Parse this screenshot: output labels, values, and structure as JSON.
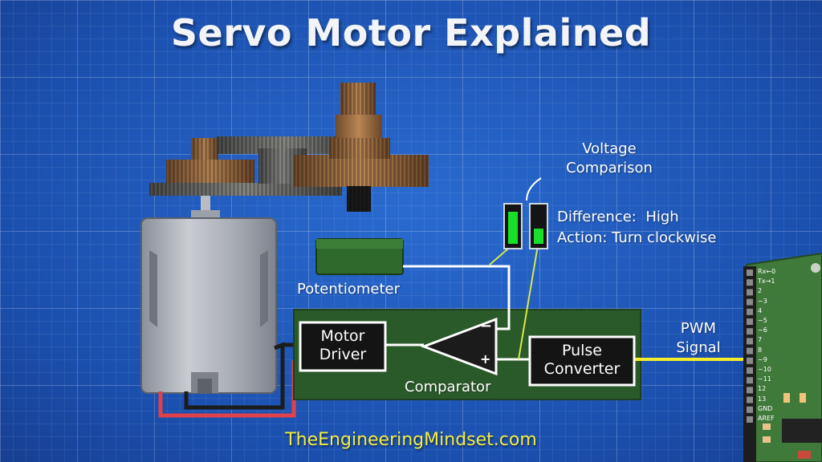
{
  "title": "Servo Motor Explained",
  "website": "TheEngineeringMindset.com",
  "labels": {
    "potentiometer": "Potentiometer",
    "motor_driver_line1": "Motor",
    "motor_driver_line2": "Driver",
    "comparator": "Comparator",
    "pulse_converter_line1": "Pulse",
    "pulse_converter_line2": "Converter",
    "pwm_line1": "PWM",
    "pwm_line2": "Signal",
    "voltage_line1": "Voltage",
    "voltage_line2": "Comparison",
    "minus_sign": "−",
    "plus_sign": "+"
  },
  "status": {
    "difference_label": "Difference:",
    "difference_value": "High",
    "action_label": "Action:",
    "action_value": "Turn clockwise"
  },
  "arduino_pins": [
    "Rx←0",
    "Tx→1",
    "2",
    "~3",
    "4",
    "~5",
    "~6",
    "7",
    "8",
    "~9",
    "~10",
    "~11",
    "12",
    "13",
    "GND",
    "AREF"
  ],
  "colors": {
    "background": "#1f58b8",
    "board": "#2b5a2a",
    "pwm_wire": "#f5ec2b",
    "indicator": "#18e02a",
    "red_wire": "#e0414a"
  }
}
